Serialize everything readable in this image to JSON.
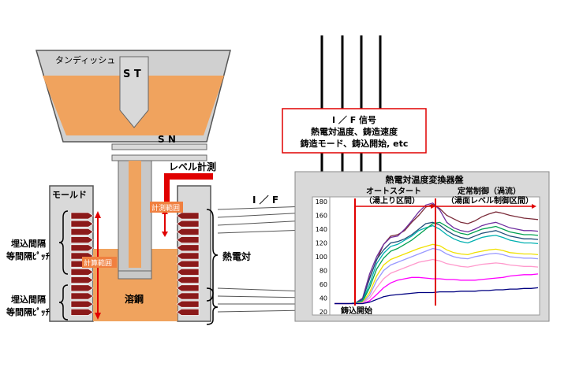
{
  "labels": {
    "tundish": "タンディッシュ",
    "st": "S T",
    "sn": "S N",
    "level_measure": "レベル計測",
    "mold": "モールド",
    "measure_range": "計測範囲",
    "calc_range": "計算範囲",
    "molten_steel": "溶鋼",
    "thermocouple": "熱電対",
    "if_short": "I ／ F",
    "embed_interval_1": "埋込間隔",
    "equal_pitch_1": "等間隔ﾋﾟｯﾁ",
    "embed_interval_2": "埋込間隔",
    "equal_pitch_2": "等間隔ﾋﾟｯﾁ",
    "if_box_title": "I ／ F 信号",
    "if_box_line1": "熱電対温度、鋳造速度",
    "if_box_line2": "鋳造モード、鋳込開始, etc",
    "converter_title": "熱電対温度変換器盤",
    "auto_start": "オートスタート",
    "auto_start_sub": "（湯上り区間）",
    "steady_control": "定常制御（渦流）",
    "steady_control_sub": "（湯面レベル制御区間）",
    "pour_start": "鋳込開始"
  },
  "colors": {
    "molten": "#F0A35E",
    "red": "#E00000",
    "panel": "#D9D9D9",
    "steel_gray": "#BFBFBF",
    "thermo_brown": "#8B1A1A"
  },
  "chart_data": {
    "type": "line",
    "yticks": [
      20,
      40,
      60,
      80,
      100,
      120,
      140,
      160,
      180
    ],
    "ylim": [
      20,
      180
    ],
    "title": "熱電対温度変換器盤",
    "series": [
      {
        "color": "#7B2C3A",
        "values": [
          32,
          32,
          32,
          33,
          38,
          70,
          95,
          118,
          130,
          132,
          138,
          150,
          160,
          172,
          176,
          170,
          160,
          155,
          150,
          148,
          152,
          158,
          162,
          165,
          163,
          160,
          158,
          156,
          155,
          154
        ]
      },
      {
        "color": "#7030A0",
        "values": [
          32,
          32,
          32,
          33,
          40,
          75,
          100,
          118,
          128,
          130,
          140,
          152,
          165,
          175,
          178,
          168,
          150,
          142,
          138,
          136,
          140,
          145,
          148,
          150,
          146,
          142,
          140,
          138,
          138,
          137
        ]
      },
      {
        "color": "#1F4E79",
        "values": [
          32,
          32,
          32,
          33,
          38,
          68,
          96,
          110,
          120,
          122,
          126,
          132,
          140,
          148,
          150,
          146,
          138,
          132,
          128,
          126,
          130,
          134,
          136,
          138,
          134,
          130,
          128,
          126,
          126,
          125
        ]
      },
      {
        "color": "#00B0B0",
        "values": [
          32,
          32,
          32,
          33,
          36,
          60,
          90,
          105,
          115,
          118,
          124,
          130,
          138,
          142,
          145,
          140,
          132,
          126,
          122,
          120,
          124,
          128,
          130,
          131,
          128,
          124,
          122,
          120,
          120,
          119
        ]
      },
      {
        "color": "#00A050",
        "values": [
          32,
          32,
          32,
          33,
          35,
          55,
          82,
          98,
          108,
          112,
          118,
          124,
          132,
          140,
          148,
          150,
          144,
          138,
          134,
          132,
          136,
          140,
          142,
          144,
          140,
          136,
          134,
          132,
          132,
          131
        ]
      },
      {
        "color": "#F0E000",
        "values": [
          32,
          32,
          32,
          32,
          34,
          48,
          72,
          88,
          96,
          100,
          104,
          108,
          112,
          115,
          118,
          116,
          110,
          106,
          104,
          103,
          106,
          108,
          110,
          111,
          109,
          106,
          105,
          104,
          104,
          103
        ]
      },
      {
        "color": "#9999FF",
        "values": [
          32,
          32,
          32,
          32,
          33,
          44,
          65,
          80,
          88,
          92,
          96,
          100,
          104,
          108,
          112,
          110,
          104,
          100,
          98,
          97,
          100,
          102,
          104,
          105,
          103,
          100,
          99,
          98,
          98,
          97
        ]
      },
      {
        "color": "#FF99CC",
        "values": [
          32,
          32,
          32,
          32,
          33,
          40,
          55,
          68,
          76,
          80,
          84,
          88,
          92,
          94,
          96,
          94,
          90,
          88,
          86,
          85,
          87,
          89,
          90,
          91,
          90,
          88,
          87,
          86,
          86,
          85
        ]
      },
      {
        "color": "#FF00FF",
        "values": [
          32,
          32,
          32,
          32,
          32,
          36,
          45,
          55,
          62,
          66,
          68,
          70,
          70,
          69,
          68,
          68,
          67,
          67,
          66,
          66,
          66,
          67,
          68,
          69,
          70,
          72,
          73,
          74,
          74,
          75
        ]
      },
      {
        "color": "#000080",
        "values": [
          32,
          32,
          32,
          32,
          32,
          34,
          38,
          42,
          44,
          45,
          46,
          47,
          48,
          48,
          48,
          49,
          49,
          49,
          50,
          50,
          50,
          51,
          51,
          52,
          52,
          53,
          53,
          54,
          54,
          55
        ]
      }
    ]
  }
}
